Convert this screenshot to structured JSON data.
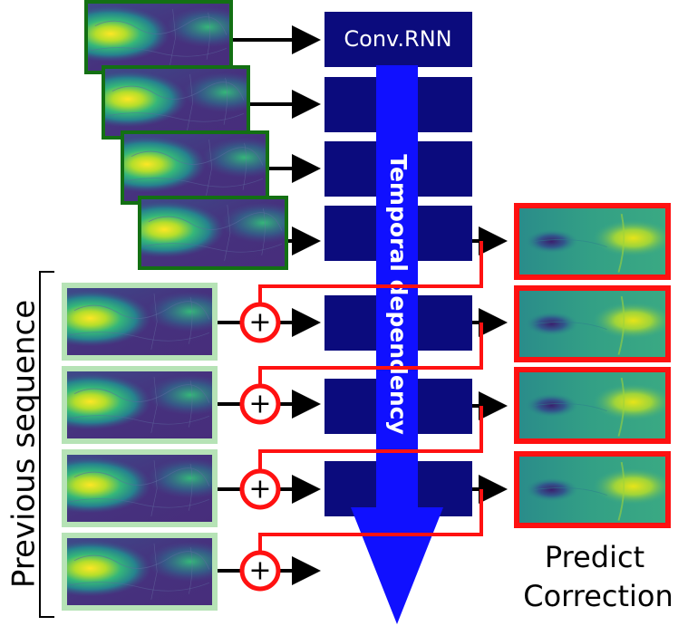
{
  "block_title": "Conv.RNN",
  "temporal_label": "Temporal dependency",
  "previous_label": "Previous sequence",
  "output_label": {
    "line1": "Predict",
    "line2": "Correction"
  },
  "plus_symbol": "+",
  "colors": {
    "rnn_block": "#0b0b7d",
    "temporal_arrow": "#1010ff",
    "input_border": "#137013",
    "previous_border": "#b6e3b6",
    "output_border": "#ff1111",
    "correction_line": "#ff1111",
    "arrow": "#000000"
  },
  "counts": {
    "input_frames": 4,
    "previous_frames": 4,
    "output_frames": 4,
    "rnn_blocks": 7
  }
}
